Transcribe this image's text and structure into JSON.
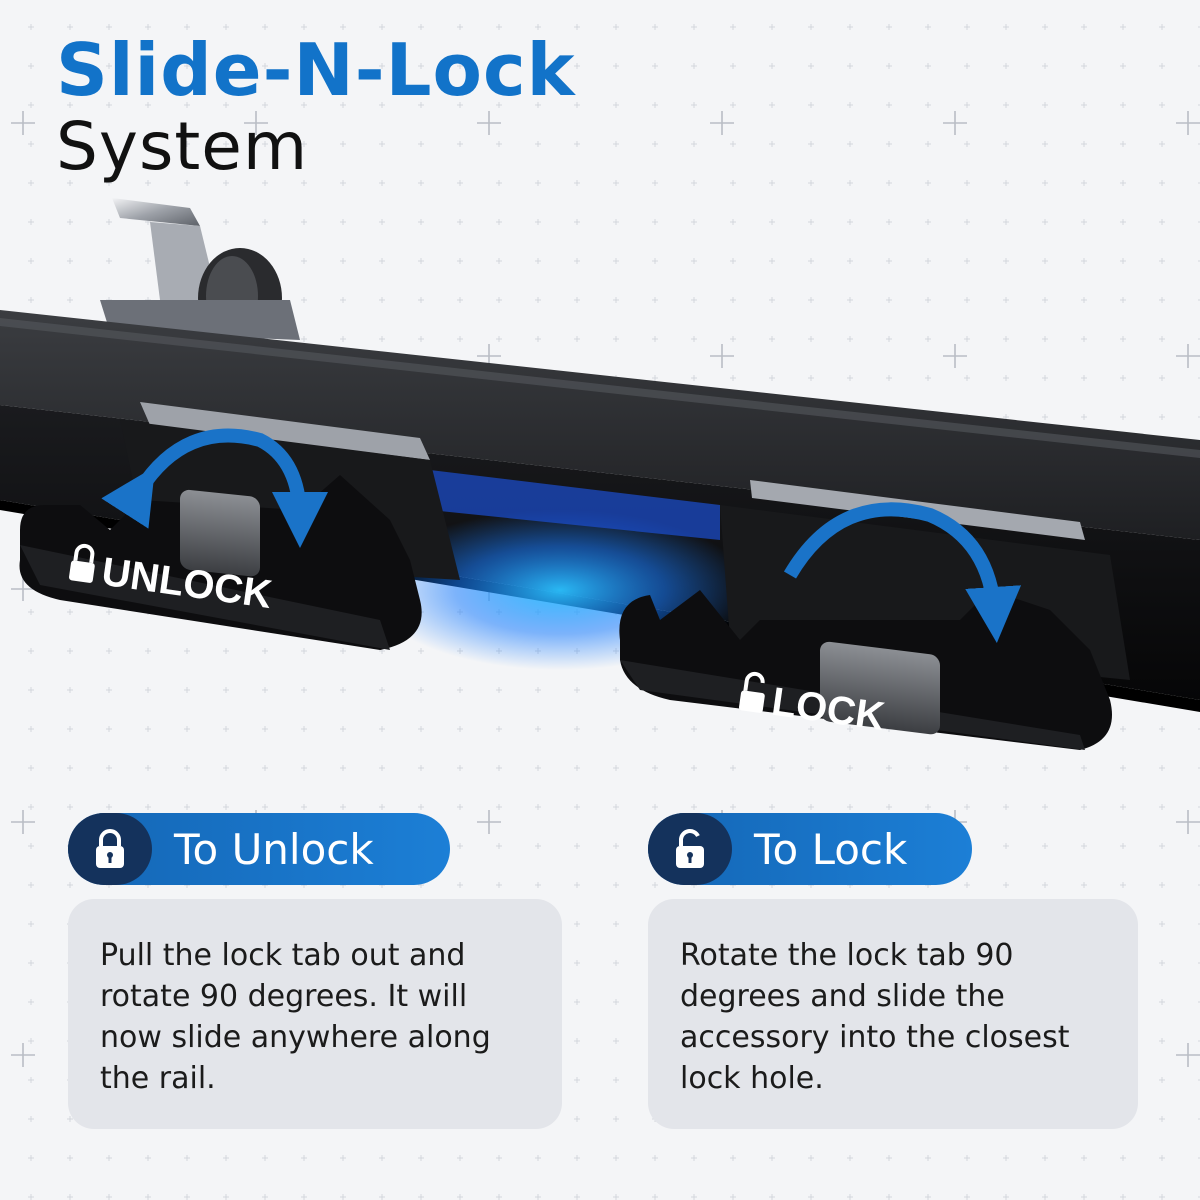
{
  "headline": {
    "line1": "Slide-N-Lock",
    "line2": "System"
  },
  "product": {
    "unlock_tab_label": "UNLOCK",
    "lock_tab_label": "LOCK"
  },
  "instructions": {
    "unlock": {
      "title": "To Unlock",
      "icon": "padlock-icon",
      "text": "Pull the lock tab out and rotate 90 degrees. It will now slide anywhere along the rail."
    },
    "lock": {
      "title": "To Lock",
      "icon": "open-padlock-icon",
      "text": "Rotate the lock tab 90 degrees and slide the accessory into the closest lock hole."
    }
  },
  "colors": {
    "brand_blue": "#1273c9",
    "badge_navy": "#14325c",
    "glow_blue": "#18a6ff",
    "box_gray": "#e3e5ea"
  }
}
